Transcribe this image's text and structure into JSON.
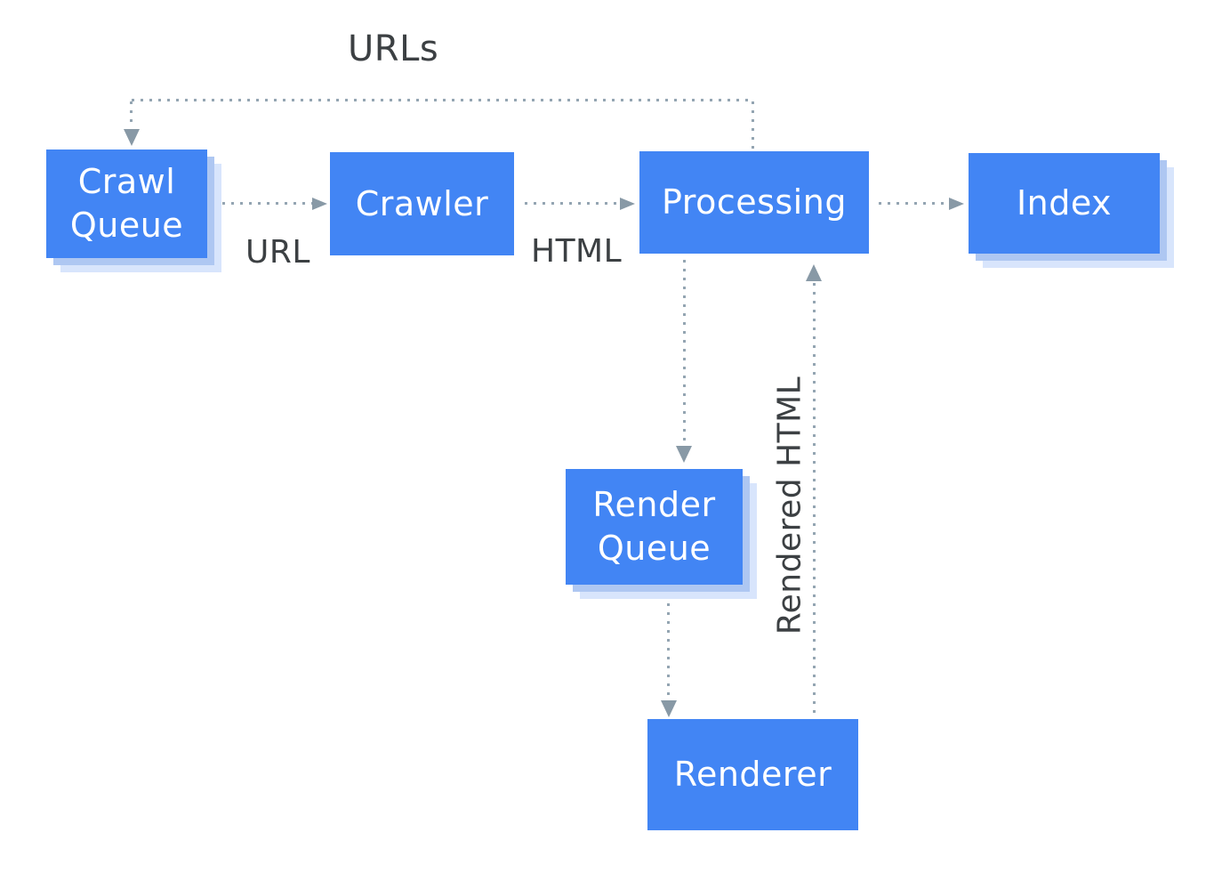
{
  "diagram": {
    "type": "flowchart",
    "subject": "crawl-render-index pipeline",
    "nodes": {
      "crawl_queue": {
        "label": "Crawl Queue"
      },
      "crawler": {
        "label": "Crawler"
      },
      "processing": {
        "label": "Processing"
      },
      "index": {
        "label": "Index"
      },
      "render_queue": {
        "label": "Render Queue"
      },
      "renderer": {
        "label": "Renderer"
      }
    },
    "edges": [
      {
        "from": "processing",
        "to": "crawl_queue",
        "label": "URLs",
        "style": "dotted"
      },
      {
        "from": "crawl_queue",
        "to": "crawler",
        "label": "URL",
        "style": "dotted"
      },
      {
        "from": "crawler",
        "to": "processing",
        "label": "HTML",
        "style": "dotted"
      },
      {
        "from": "processing",
        "to": "index",
        "label": "",
        "style": "dotted"
      },
      {
        "from": "processing",
        "to": "render_queue",
        "label": "",
        "style": "dotted"
      },
      {
        "from": "render_queue",
        "to": "renderer",
        "label": "",
        "style": "dotted"
      },
      {
        "from": "renderer",
        "to": "processing",
        "label": "Rendered HTML",
        "style": "dotted"
      }
    ],
    "colors": {
      "node_fill": "#4285F4",
      "node_text": "#FFFFFF",
      "shadow_inner": "#AEC7F2",
      "shadow_outer": "#D8E5FC",
      "connector": "#94A5B2",
      "arrowhead": "#8899A6",
      "label_text": "#3C4043",
      "background": "#FFFFFF"
    }
  }
}
